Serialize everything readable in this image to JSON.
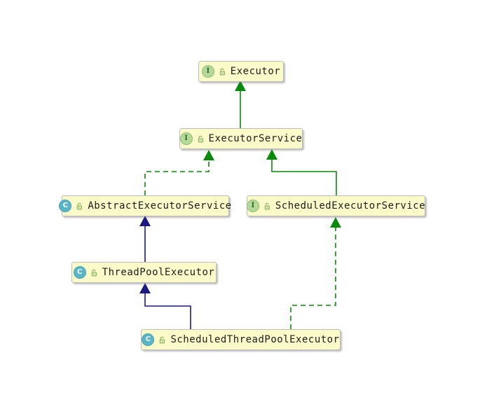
{
  "diagram": {
    "kind": "uml-class-diagram",
    "colors": {
      "node_fill": "#fbfbca",
      "node_border": "#bcbcbc",
      "interface_arrow_green": "#0a8a0a",
      "class_arrow_navy": "#1a1a80",
      "interface_badge_fill": "#b5d999",
      "class_badge_fill": "#5cb5c7"
    },
    "nodes": [
      {
        "id": "executor",
        "label": "Executor",
        "kind": "interface",
        "badge": "I",
        "visibility_icon": "unlocked-padlock"
      },
      {
        "id": "executor-service",
        "label": "ExecutorService",
        "kind": "interface",
        "badge": "I",
        "visibility_icon": "unlocked-padlock"
      },
      {
        "id": "abstract-executor-service",
        "label": "AbstractExecutorService",
        "kind": "class",
        "badge": "C",
        "visibility_icon": "unlocked-padlock"
      },
      {
        "id": "scheduled-executor-service",
        "label": "ScheduledExecutorService",
        "kind": "interface",
        "badge": "I",
        "visibility_icon": "unlocked-padlock"
      },
      {
        "id": "thread-pool-executor",
        "label": "ThreadPoolExecutor",
        "kind": "class",
        "badge": "C",
        "visibility_icon": "unlocked-padlock"
      },
      {
        "id": "scheduled-thread-pool-executor",
        "label": "ScheduledThreadPoolExecutor",
        "kind": "class",
        "badge": "C",
        "visibility_icon": "unlocked-padlock"
      }
    ],
    "edges": [
      {
        "from": "ExecutorService",
        "to": "Executor",
        "relation": "extends",
        "line": "solid",
        "color": "green"
      },
      {
        "from": "AbstractExecutorService",
        "to": "ExecutorService",
        "relation": "implements",
        "line": "dashed",
        "color": "green"
      },
      {
        "from": "ScheduledExecutorService",
        "to": "ExecutorService",
        "relation": "extends",
        "line": "solid",
        "color": "green"
      },
      {
        "from": "ThreadPoolExecutor",
        "to": "AbstractExecutorService",
        "relation": "extends",
        "line": "solid",
        "color": "navy"
      },
      {
        "from": "ScheduledThreadPoolExecutor",
        "to": "ThreadPoolExecutor",
        "relation": "extends",
        "line": "solid",
        "color": "navy"
      },
      {
        "from": "ScheduledThreadPoolExecutor",
        "to": "ScheduledExecutorService",
        "relation": "implements",
        "line": "dashed",
        "color": "green"
      }
    ]
  }
}
